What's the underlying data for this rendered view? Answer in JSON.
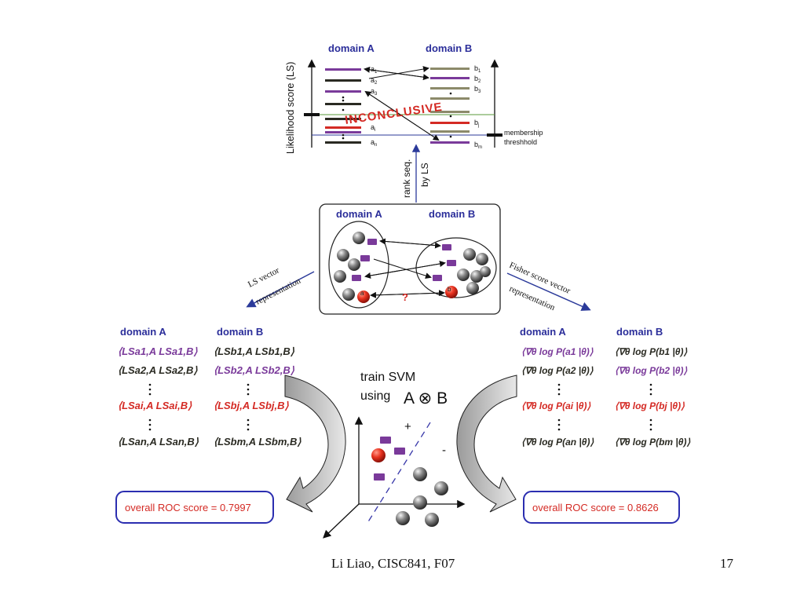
{
  "colors": {
    "title_blue": "#2b2e9a",
    "purple": "#7a3a9a",
    "olive": "#8c8a6a",
    "dark": "#2a2a22",
    "red": "#d42a24",
    "roc_border": "#2b2eb0",
    "arrow_blue": "#2b3a9a"
  },
  "top": {
    "domain_a": "domain A",
    "domain_b": "domain B",
    "y_label": "Likelihood score (LS)",
    "labels_a": [
      "a",
      "a",
      "a",
      "a",
      "a"
    ],
    "subs_a": [
      "1",
      "2",
      "3",
      "i",
      "n"
    ],
    "labels_b": [
      "b",
      "b",
      "b",
      "b",
      "b"
    ],
    "subs_b": [
      "1",
      "2",
      "3",
      "j",
      "m"
    ],
    "inconclusive": "INCONCLUSIVE",
    "membership": "membership",
    "threshold": "threshhold",
    "rank1": "rank seq.",
    "rank2": "by LS"
  },
  "box": {
    "domain_a": "domain A",
    "domain_b": "domain B",
    "a_label": "a",
    "b_label": "b",
    "question": "?"
  },
  "left_arrow": {
    "line1": "LS vector",
    "line2": "representation"
  },
  "right_arrow": {
    "line1": "Fisher score vector",
    "line2": "representation"
  },
  "left_table": {
    "header_a": "domain A",
    "header_b": "domain B",
    "rows_a": [
      {
        "text": "⟨LSa1,A LSa1,B⟩",
        "color": "purple"
      },
      {
        "text": "⟨LSa2,A LSa2,B⟩",
        "color": "dark"
      },
      {
        "text": "⟨LSai,A LSai,B⟩",
        "color": "red"
      },
      {
        "text": "⟨LSan,A LSan,B⟩",
        "color": "dark"
      }
    ],
    "rows_b": [
      {
        "text": "⟨LSb1,A LSb1,B⟩",
        "color": "dark"
      },
      {
        "text": "⟨LSb2,A LSb2,B⟩",
        "color": "purple"
      },
      {
        "text": "⟨LSbj,A LSbj,B⟩",
        "color": "red"
      },
      {
        "text": "⟨LSbm,A LSbm,B⟩",
        "color": "dark"
      }
    ],
    "roc": "overall ROC score = 0.7997"
  },
  "right_table": {
    "header_a": "domain A",
    "header_b": "domain B",
    "rows_a": [
      {
        "text": "⟨∇θ log P(a1 |θ)⟩",
        "color": "purple"
      },
      {
        "text": "⟨∇θ log P(a2 |θ)⟩",
        "color": "dark"
      },
      {
        "text": "⟨∇θ log P(ai |θ)⟩",
        "color": "red"
      },
      {
        "text": "⟨∇θ log P(an |θ)⟩",
        "color": "dark"
      }
    ],
    "rows_b": [
      {
        "text": "⟨∇θ log P(b1 |θ)⟩",
        "color": "dark"
      },
      {
        "text": "⟨∇θ log P(b2 |θ)⟩",
        "color": "purple"
      },
      {
        "text": "⟨∇θ log P(bj |θ)⟩",
        "color": "red"
      },
      {
        "text": "⟨∇θ log P(bm |θ)⟩",
        "color": "dark"
      }
    ],
    "roc": "overall ROC score = 0.8626"
  },
  "svm": {
    "line1": "train  SVM",
    "line2": "using",
    "formula": "A ⊗ B",
    "plus": "+",
    "minus": "-"
  },
  "footer": {
    "left": "Li Liao, CISC841, F07",
    "right": "17"
  }
}
